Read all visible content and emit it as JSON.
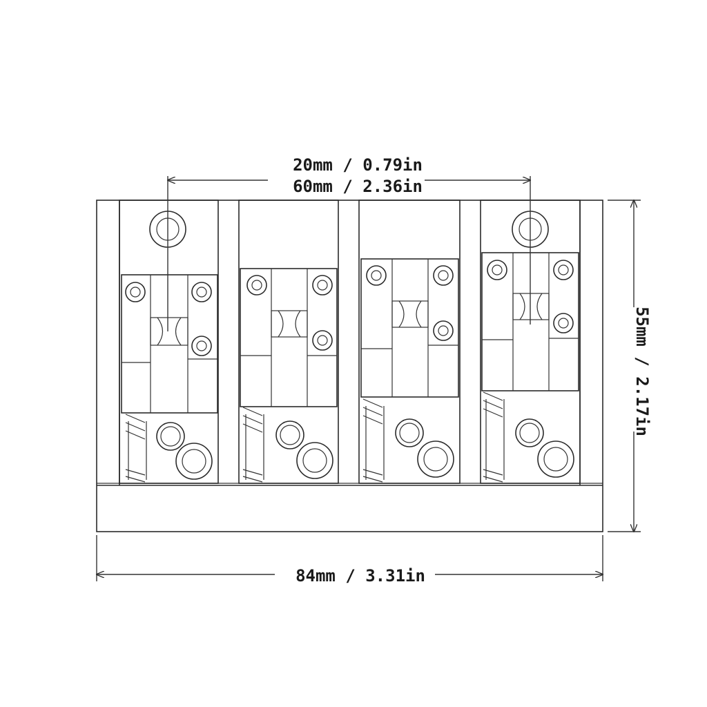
{
  "dimensions": {
    "spacing_label": "20mm / 0.79in",
    "span_label": "60mm / 2.36in",
    "width_label": "84mm / 3.31in",
    "height_label": "55mm / 2.17in"
  },
  "colors": {
    "line": "#2a2a2a",
    "background": "#ffffff"
  }
}
